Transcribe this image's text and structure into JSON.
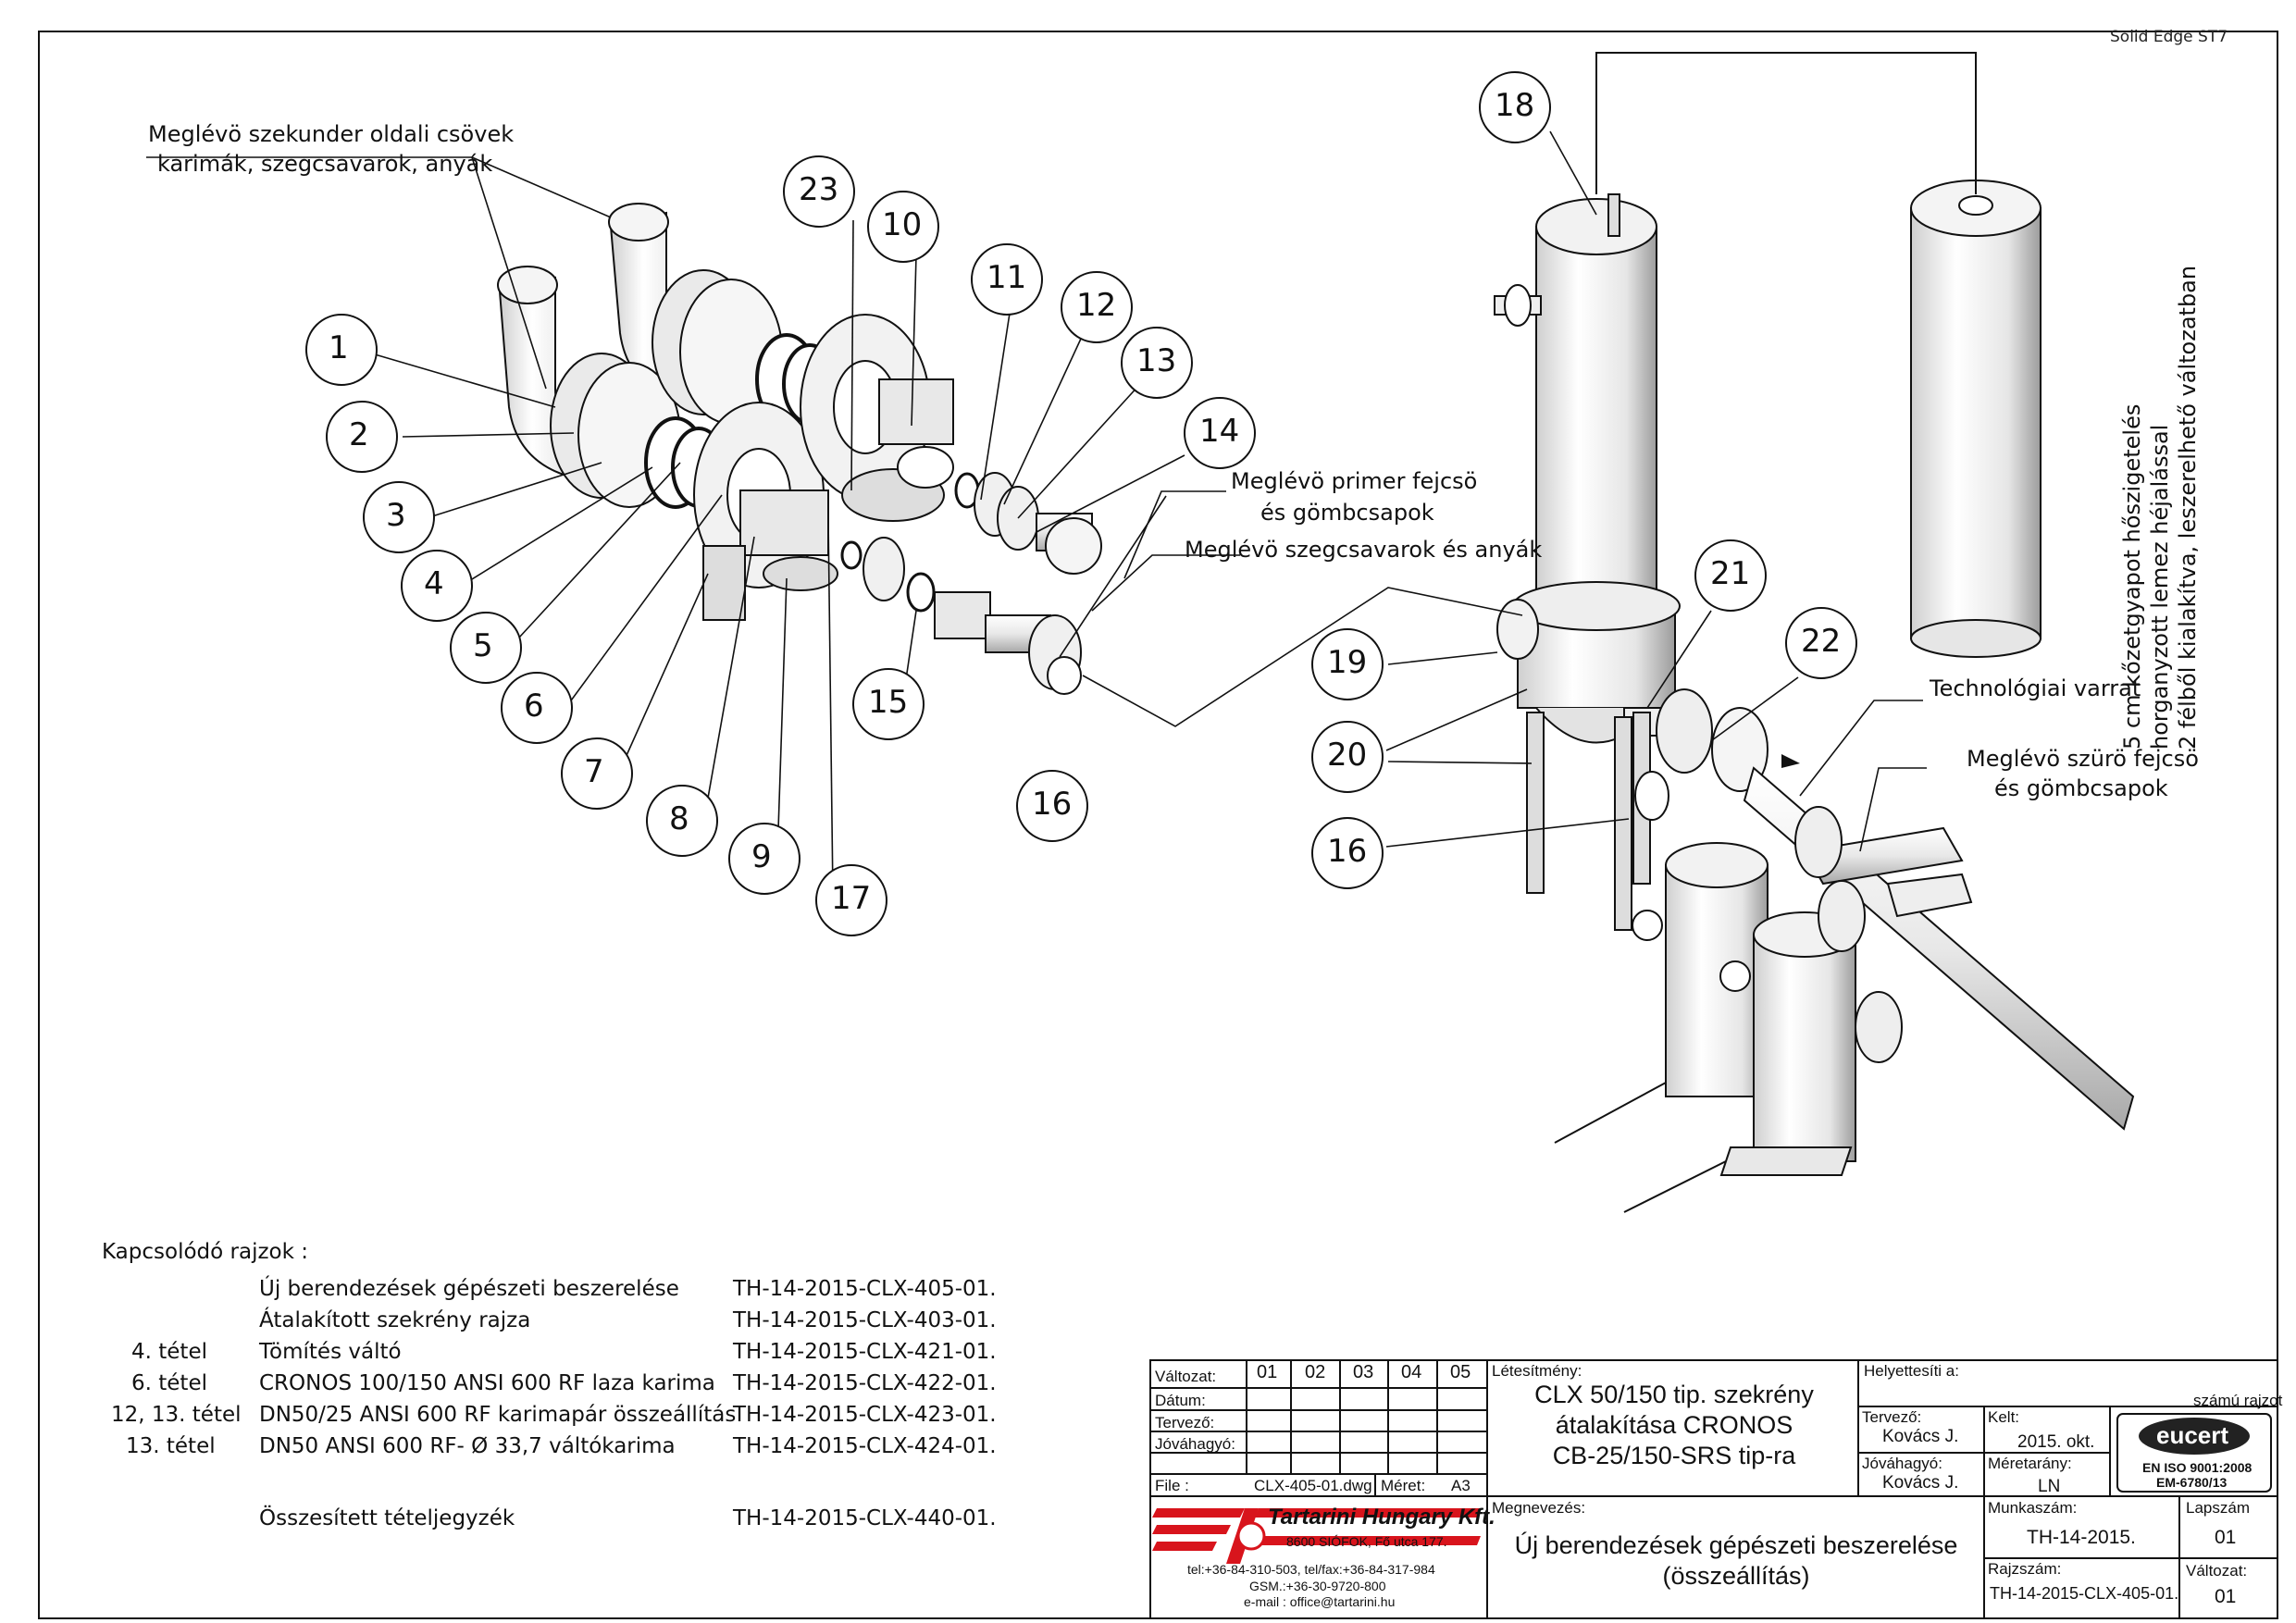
{
  "software": "Solid Edge  ST7",
  "balloons": [
    "1",
    "2",
    "3",
    "4",
    "5",
    "6",
    "7",
    "8",
    "9",
    "10",
    "11",
    "12",
    "13",
    "14",
    "15",
    "16",
    "17",
    "18",
    "19",
    "20",
    "21",
    "22",
    "23"
  ],
  "balloon_right_16b": "16",
  "annotations": {
    "secondary_pipes_1": "Meglévö szekunder oldali csövek",
    "secondary_pipes_2": "karimák, szegcsavarok, anyák",
    "primary_head_1": "Meglévö primer fejcsö",
    "primary_head_2": "és gömbcsapok",
    "studs_nuts": "Meglévö szegcsavarok és anyák",
    "tech_weld": "Technológiai varrat",
    "filter_head_1": "Meglévö szürö fejcsö",
    "filter_head_2": "és gömbcsapok",
    "insulation_1": "5 cm kőzetgyapot hőszigetelés",
    "insulation_2": "horganyzott lemez héjalással",
    "insulation_3": "2 félből kialakítva, leszerelhető változatban"
  },
  "related": {
    "heading": "Kapcsolódó rajzok :",
    "rows": [
      {
        "item": "",
        "desc": "Új berendezések gépészeti beszerelése",
        "code": "TH-14-2015-CLX-405-01."
      },
      {
        "item": "",
        "desc": "Átalakított szekrény rajza",
        "code": "TH-14-2015-CLX-403-01."
      },
      {
        "item": "4. tétel",
        "desc": "Tömítés váltó",
        "code": "TH-14-2015-CLX-421-01."
      },
      {
        "item": "6. tétel",
        "desc": "CRONOS 100/150 ANSI 600 RF laza karima",
        "code": "TH-14-2015-CLX-422-01."
      },
      {
        "item": "12, 13. tétel",
        "desc": "DN50/25 ANSI 600 RF karimapár összeállítás",
        "code": "TH-14-2015-CLX-423-01."
      },
      {
        "item": "13. tétel",
        "desc": "DN50 ANSI 600 RF- Ø 33,7 váltókarima",
        "code": "TH-14-2015-CLX-424-01."
      },
      {
        "item": "",
        "desc": "Összesített tételjegyzék",
        "code": "TH-14-2015-CLX-440-01."
      }
    ]
  },
  "title_block": {
    "rows": [
      "Változat:",
      "Dátum:",
      "Tervező:",
      "Jóváhagyó:"
    ],
    "versions": [
      "01",
      "02",
      "03",
      "04",
      "05"
    ],
    "file_label": "File :",
    "file_value": "CLX-405-01.dwg",
    "size_label": "Méret:",
    "size_value": "A3",
    "facility_label": "Létesítmény:",
    "facility_line1": "CLX 50/150 tip. szekrény",
    "facility_line2": "átalakítása CRONOS",
    "facility_line3": "CB-25/150-SRS tip-ra",
    "replaces_label": "Helyettesíti a:",
    "numbered_drawing": "számú rajzot",
    "designer_label": "Tervező:",
    "designer_value": "Kovács J.",
    "date_label": "Kelt:",
    "date_value": "2015. okt.",
    "approver_label": "Jóváhagyó:",
    "approver_value": "Kovács J.",
    "scale_label": "Méretarány:",
    "scale_value": "LN",
    "company_name": "Tartarini Hungary Kft.",
    "company_address": "8600 SIÓFOK, Fő utca 177.",
    "company_tel": "tel:+36-84-310-503, tel/fax:+36-84-317-984",
    "company_gsm": "GSM.:+36-30-9720-800",
    "company_email": "e-mail : office@tartarini.hu",
    "name_label": "Megnevezés:",
    "name_line1": "Új berendezések gépészeti beszerelése",
    "name_line2": "(összeállítás)",
    "job_label": "Munkaszám:",
    "job_value": "TH-14-2015.",
    "sheet_label": "Lapszám",
    "sheet_value": "01",
    "drawing_no_label": "Rajzszám:",
    "drawing_no_value": "TH-14-2015-CLX-405-01.",
    "version_label": "Változat:",
    "version_value": "01",
    "cert_logo": "eucert",
    "cert_line1": "EN ISO 9001:2008",
    "cert_line2": "EM-6780/13"
  },
  "colors": {
    "line": "#111111",
    "brand_red": "#d8141c"
  }
}
